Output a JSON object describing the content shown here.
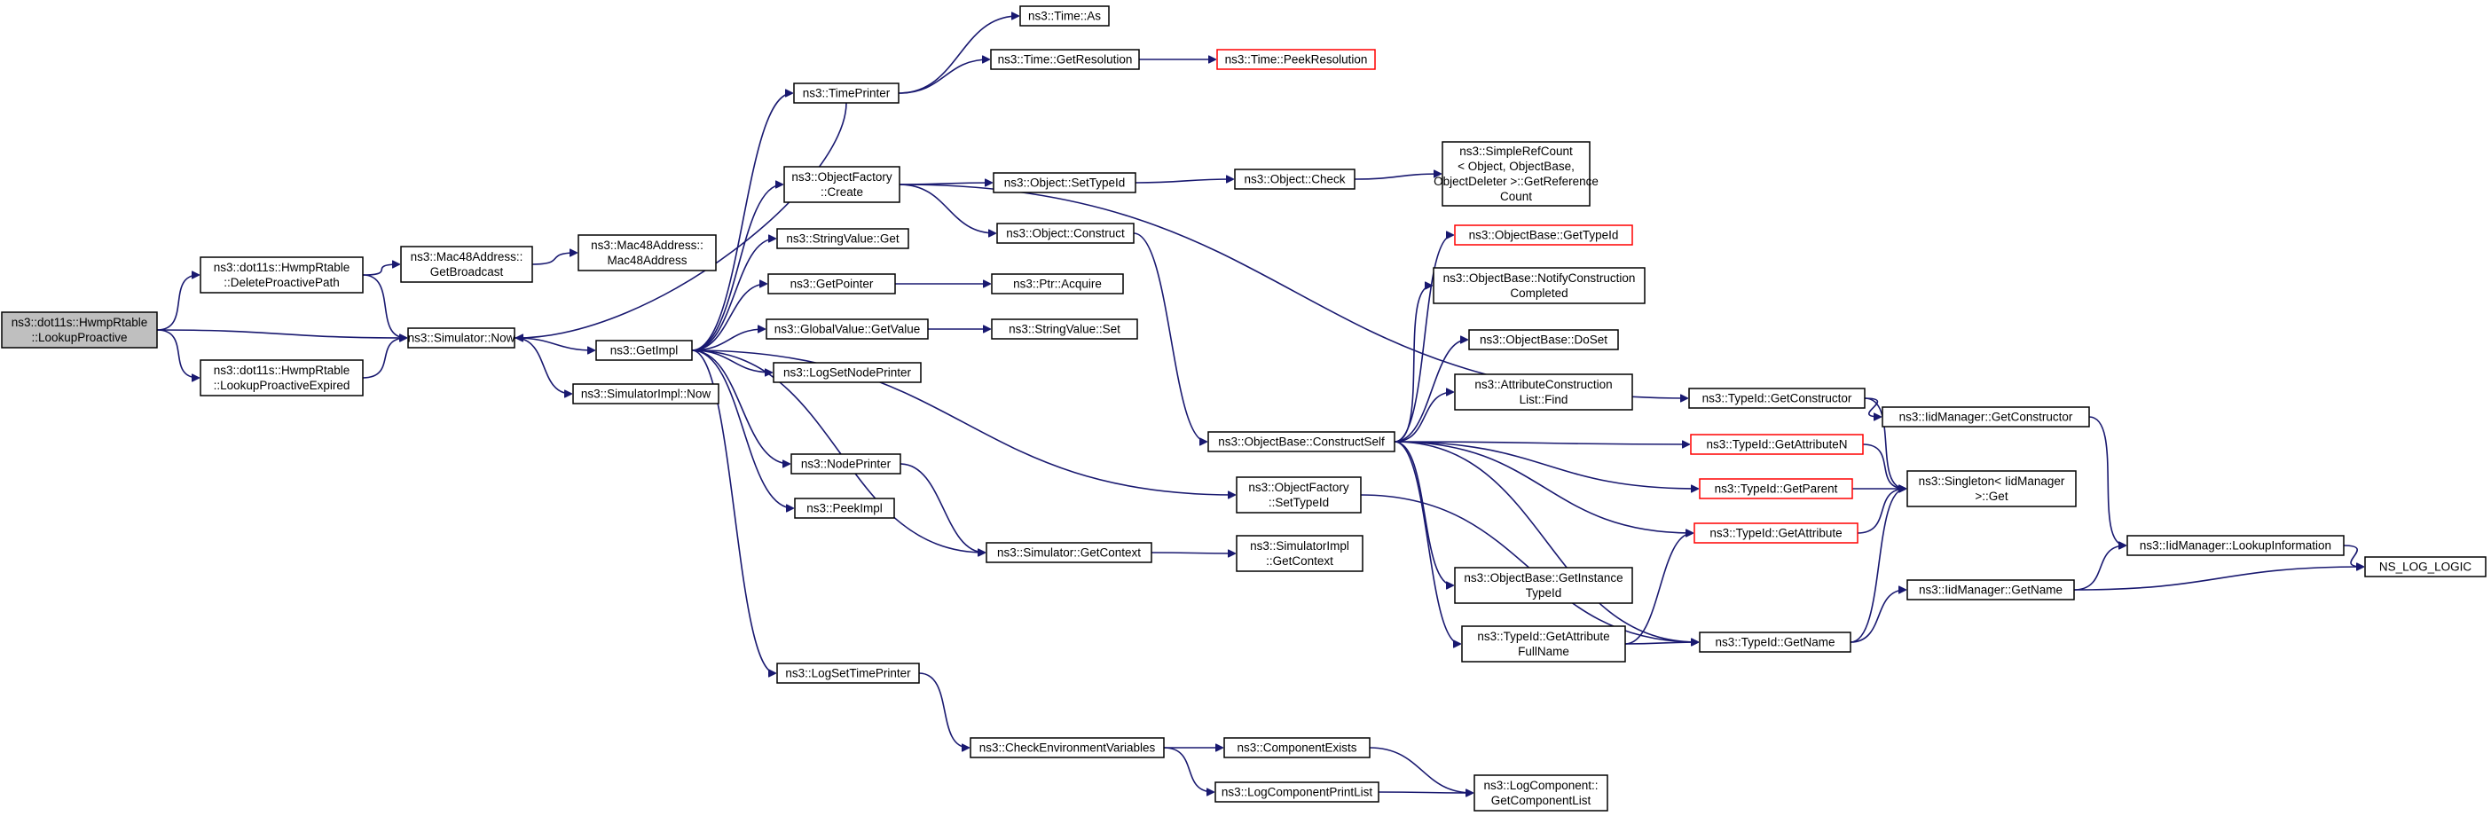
{
  "colors": {
    "edge": "#191970",
    "normal_border": "#000000",
    "truncated_border": "#ff0000",
    "root_fill": "#bfbfbf",
    "fill": "#ffffff"
  },
  "nodes": [
    {
      "id": "root",
      "lines": [
        "ns3::dot11s::HwmpRtable",
        "::LookupProactive"
      ],
      "style": "root"
    },
    {
      "id": "delpath",
      "lines": [
        "ns3::dot11s::HwmpRtable",
        "::DeleteProactivePath"
      ],
      "style": "normal"
    },
    {
      "id": "lpexp",
      "lines": [
        "ns3::dot11s::HwmpRtable",
        "::LookupProactiveExpired"
      ],
      "style": "normal"
    },
    {
      "id": "macbc",
      "lines": [
        "ns3::Mac48Address::",
        "GetBroadcast"
      ],
      "style": "normal"
    },
    {
      "id": "macaddr",
      "lines": [
        "ns3::Mac48Address::",
        "Mac48Address"
      ],
      "style": "normal"
    },
    {
      "id": "simnow",
      "lines": [
        "ns3::Simulator::Now"
      ],
      "style": "normal"
    },
    {
      "id": "simimplnow",
      "lines": [
        "ns3::SimulatorImpl::Now"
      ],
      "style": "normal"
    },
    {
      "id": "getimpl",
      "lines": [
        "ns3::GetImpl"
      ],
      "style": "normal"
    },
    {
      "id": "timeprinter",
      "lines": [
        "ns3::TimePrinter"
      ],
      "style": "normal"
    },
    {
      "id": "timeas",
      "lines": [
        "ns3::Time::As"
      ],
      "style": "normal"
    },
    {
      "id": "timegetres",
      "lines": [
        "ns3::Time::GetResolution"
      ],
      "style": "normal"
    },
    {
      "id": "timepeekres",
      "lines": [
        "ns3::Time::PeekResolution"
      ],
      "style": "truncated"
    },
    {
      "id": "objfcreate",
      "lines": [
        "ns3::ObjectFactory",
        "::Create"
      ],
      "style": "normal"
    },
    {
      "id": "objsettid",
      "lines": [
        "ns3::Object::SetTypeId"
      ],
      "style": "normal"
    },
    {
      "id": "objcheck",
      "lines": [
        "ns3::Object::Check"
      ],
      "style": "normal"
    },
    {
      "id": "simplerefcount",
      "lines": [
        "ns3::SimpleRefCount",
        "< Object, ObjectBase,",
        " ObjectDeleter >::GetReference",
        "Count"
      ],
      "style": "normal"
    },
    {
      "id": "objconstruct",
      "lines": [
        "ns3::Object::Construct"
      ],
      "style": "normal"
    },
    {
      "id": "strvalget",
      "lines": [
        "ns3::StringValue::Get"
      ],
      "style": "normal"
    },
    {
      "id": "getpointer",
      "lines": [
        "ns3::GetPointer"
      ],
      "style": "normal"
    },
    {
      "id": "ptracquire",
      "lines": [
        "ns3::Ptr::Acquire"
      ],
      "style": "normal"
    },
    {
      "id": "gvget",
      "lines": [
        "ns3::GlobalValue::GetValue"
      ],
      "style": "normal"
    },
    {
      "id": "strvalset",
      "lines": [
        "ns3::StringValue::Set"
      ],
      "style": "normal"
    },
    {
      "id": "logsetnode",
      "lines": [
        "ns3::LogSetNodePrinter"
      ],
      "style": "normal"
    },
    {
      "id": "nodeprinter",
      "lines": [
        "ns3::NodePrinter"
      ],
      "style": "normal"
    },
    {
      "id": "peekimpl",
      "lines": [
        "ns3::PeekImpl"
      ],
      "style": "normal"
    },
    {
      "id": "simgetctx",
      "lines": [
        "ns3::Simulator::GetContext"
      ],
      "style": "normal"
    },
    {
      "id": "simimplctx",
      "lines": [
        "ns3::SimulatorImpl",
        "::GetContext"
      ],
      "style": "normal"
    },
    {
      "id": "logsettime",
      "lines": [
        "ns3::LogSetTimePrinter"
      ],
      "style": "normal"
    },
    {
      "id": "checkenv",
      "lines": [
        "ns3::CheckEnvironmentVariables"
      ],
      "style": "normal"
    },
    {
      "id": "compexists",
      "lines": [
        "ns3::ComponentExists"
      ],
      "style": "normal"
    },
    {
      "id": "logcompprint",
      "lines": [
        "ns3::LogComponentPrintList"
      ],
      "style": "normal"
    },
    {
      "id": "logcompget",
      "lines": [
        "ns3::LogComponent::",
        "GetComponentList"
      ],
      "style": "normal"
    },
    {
      "id": "obconstructself",
      "lines": [
        "ns3::ObjectBase::ConstructSelf"
      ],
      "style": "normal"
    },
    {
      "id": "obgettid",
      "lines": [
        "ns3::ObjectBase::GetTypeId"
      ],
      "style": "truncated"
    },
    {
      "id": "obnotify",
      "lines": [
        "ns3::ObjectBase::NotifyConstruction",
        "Completed"
      ],
      "style": "normal"
    },
    {
      "id": "obdoset",
      "lines": [
        "ns3::ObjectBase::DoSet"
      ],
      "style": "normal"
    },
    {
      "id": "attrfind",
      "lines": [
        "ns3::AttributeConstruction",
        "List::Find"
      ],
      "style": "normal"
    },
    {
      "id": "objfsettid",
      "lines": [
        "ns3::ObjectFactory",
        "::SetTypeId"
      ],
      "style": "normal"
    },
    {
      "id": "obgetinst",
      "lines": [
        "ns3::ObjectBase::GetInstance",
        "TypeId"
      ],
      "style": "normal"
    },
    {
      "id": "tidgetattrfull",
      "lines": [
        "ns3::TypeId::GetAttribute",
        "FullName"
      ],
      "style": "normal"
    },
    {
      "id": "tidgetctor",
      "lines": [
        "ns3::TypeId::GetConstructor"
      ],
      "style": "normal"
    },
    {
      "id": "tidgetattrn",
      "lines": [
        "ns3::TypeId::GetAttributeN"
      ],
      "style": "truncated"
    },
    {
      "id": "tidgetparent",
      "lines": [
        "ns3::TypeId::GetParent"
      ],
      "style": "truncated"
    },
    {
      "id": "tidgetattr",
      "lines": [
        "ns3::TypeId::GetAttribute"
      ],
      "style": "truncated"
    },
    {
      "id": "tidgetname",
      "lines": [
        "ns3::TypeId::GetName"
      ],
      "style": "normal"
    },
    {
      "id": "iidgetctor",
      "lines": [
        "ns3::IidManager::GetConstructor"
      ],
      "style": "normal"
    },
    {
      "id": "singletonget",
      "lines": [
        "ns3::Singleton< IidManager",
        " >::Get"
      ],
      "style": "normal"
    },
    {
      "id": "iidgetname",
      "lines": [
        "ns3::IidManager::GetName"
      ],
      "style": "normal"
    },
    {
      "id": "iidlookup",
      "lines": [
        "ns3::IidManager::LookupInformation"
      ],
      "style": "normal"
    },
    {
      "id": "nslog",
      "lines": [
        "NS_LOG_LOGIC"
      ],
      "style": "normal"
    }
  ],
  "edges": [
    [
      "root",
      "delpath"
    ],
    [
      "root",
      "simnow"
    ],
    [
      "root",
      "lpexp"
    ],
    [
      "delpath",
      "macbc"
    ],
    [
      "delpath",
      "simnow"
    ],
    [
      "macbc",
      "macaddr"
    ],
    [
      "lpexp",
      "simnow"
    ],
    [
      "simnow",
      "getimpl"
    ],
    [
      "simnow",
      "simimplnow"
    ],
    [
      "getimpl",
      "timeprinter"
    ],
    [
      "getimpl",
      "objfcreate"
    ],
    [
      "getimpl",
      "strvalget"
    ],
    [
      "getimpl",
      "getpointer"
    ],
    [
      "getimpl",
      "gvget"
    ],
    [
      "getimpl",
      "logsetnode"
    ],
    [
      "getimpl",
      "nodeprinter"
    ],
    [
      "getimpl",
      "peekimpl"
    ],
    [
      "getimpl",
      "logsettime"
    ],
    [
      "getimpl",
      "objfsettid"
    ],
    [
      "getimpl",
      "simgetctx"
    ],
    [
      "timeprinter",
      "timeas"
    ],
    [
      "timeprinter",
      "timegetres"
    ],
    [
      "timeprinter",
      "simnow"
    ],
    [
      "timegetres",
      "timepeekres"
    ],
    [
      "objfcreate",
      "objsettid"
    ],
    [
      "objfcreate",
      "objconstruct"
    ],
    [
      "objfcreate",
      "tidgetctor"
    ],
    [
      "objsettid",
      "objcheck"
    ],
    [
      "objcheck",
      "simplerefcount"
    ],
    [
      "objconstruct",
      "obconstructself"
    ],
    [
      "getpointer",
      "ptracquire"
    ],
    [
      "gvget",
      "strvalset"
    ],
    [
      "nodeprinter",
      "simgetctx"
    ],
    [
      "simgetctx",
      "simimplctx"
    ],
    [
      "logsettime",
      "checkenv"
    ],
    [
      "checkenv",
      "compexists"
    ],
    [
      "checkenv",
      "logcompprint"
    ],
    [
      "compexists",
      "logcompget"
    ],
    [
      "logcompprint",
      "logcompget"
    ],
    [
      "obconstructself",
      "obgettid"
    ],
    [
      "obconstructself",
      "obnotify"
    ],
    [
      "obconstructself",
      "obdoset"
    ],
    [
      "obconstructself",
      "attrfind"
    ],
    [
      "obconstructself",
      "tidgetattrn"
    ],
    [
      "obconstructself",
      "tidgetparent"
    ],
    [
      "obconstructself",
      "tidgetattr"
    ],
    [
      "obconstructself",
      "obgetinst"
    ],
    [
      "obconstructself",
      "tidgetattrfull"
    ],
    [
      "obconstructself",
      "tidgetname"
    ],
    [
      "objfsettid",
      "tidgetname"
    ],
    [
      "tidgetattrfull",
      "tidgetattr"
    ],
    [
      "tidgetattrfull",
      "tidgetname"
    ],
    [
      "tidgetctor",
      "iidgetctor"
    ],
    [
      "tidgetctor",
      "singletonget"
    ],
    [
      "tidgetattrn",
      "singletonget"
    ],
    [
      "tidgetparent",
      "singletonget"
    ],
    [
      "tidgetattr",
      "singletonget"
    ],
    [
      "tidgetname",
      "singletonget"
    ],
    [
      "tidgetname",
      "iidgetname"
    ],
    [
      "iidgetctor",
      "iidlookup"
    ],
    [
      "iidgetname",
      "iidlookup"
    ],
    [
      "iidgetname",
      "nslog"
    ],
    [
      "iidlookup",
      "nslog"
    ]
  ]
}
